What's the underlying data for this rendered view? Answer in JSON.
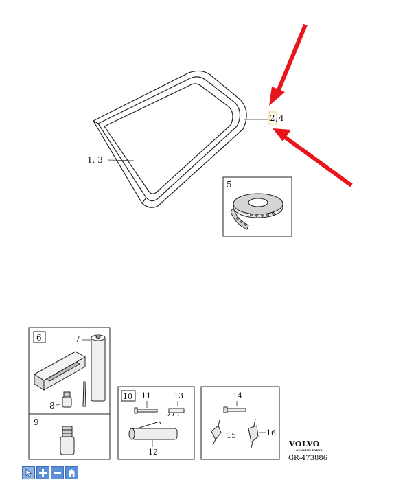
{
  "callouts": {
    "glass_label": "1, 3",
    "frame_label_a": "2",
    "frame_label_sep": ",",
    "frame_label_b": "4",
    "box5": "5",
    "box6": "6",
    "item7": "7",
    "item8": "8",
    "box9": "9",
    "box10": "10",
    "item11": "11",
    "item12": "12",
    "item13": "13",
    "item14": "14",
    "item15": "15",
    "item16": "16"
  },
  "brand": {
    "name": "VOLVO",
    "tagline": "GENUINE PARTS",
    "reference": "GR-473886"
  },
  "toolbar": {
    "buttons": [
      {
        "icon": "cursor-icon",
        "label": "select"
      },
      {
        "icon": "plus-icon",
        "label": "zoom in"
      },
      {
        "icon": "minus-icon",
        "label": "zoom out"
      },
      {
        "icon": "home-icon",
        "label": "home"
      }
    ]
  },
  "colors": {
    "arrow": "#e8161c",
    "highlight_box": "#f0d070",
    "toolbar": "#5b8fd8"
  }
}
